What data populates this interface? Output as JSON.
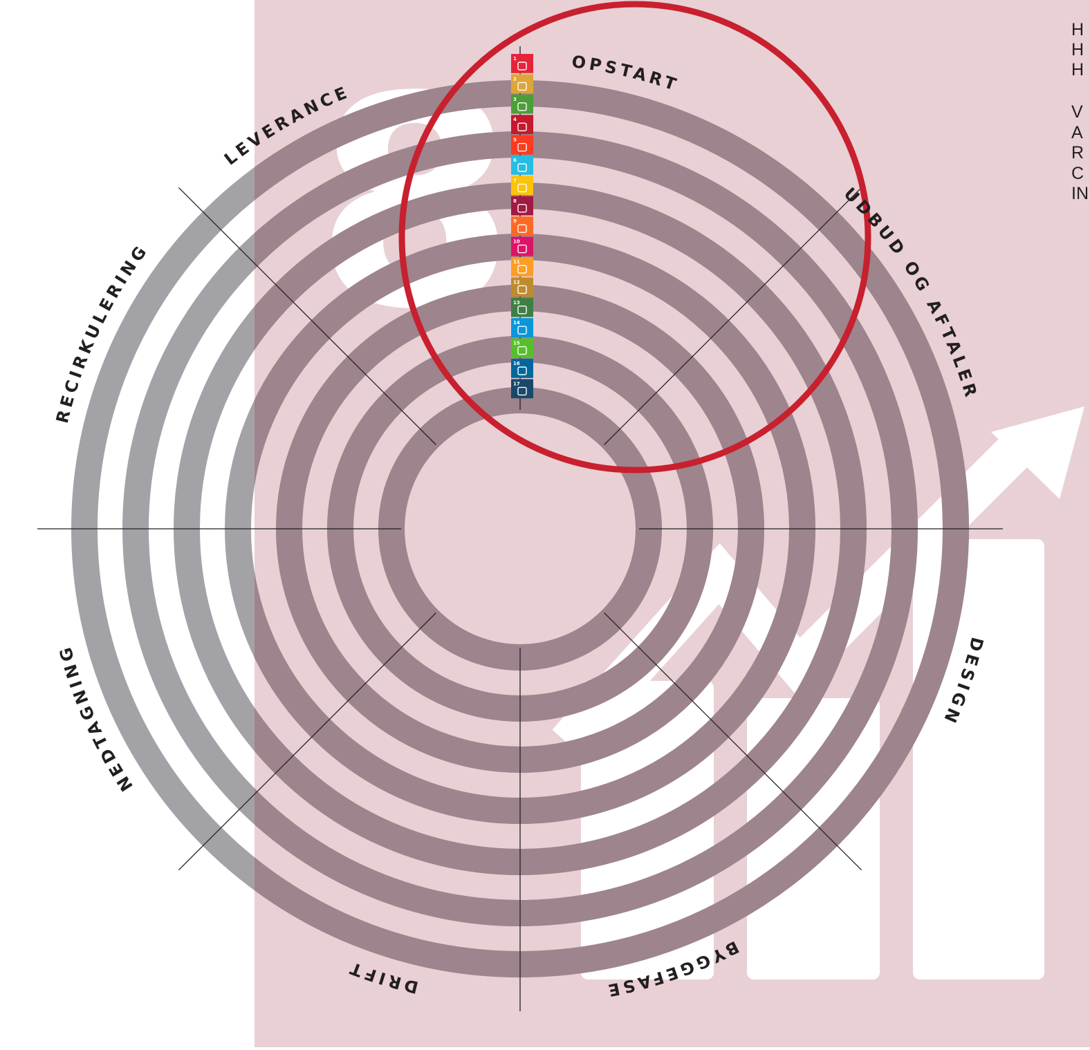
{
  "colors": {
    "page_background": "#ffffff",
    "panel_background": "#e8d0d5",
    "ring_grey": "#a3a2a7",
    "ring_overlap": "#9e848c",
    "highlight_circle": "#c8202e",
    "spoke_line": "#231f20",
    "background_graphic": "#ffffff"
  },
  "diagram": {
    "ring_count": 7,
    "phases": [
      {
        "id": "opstart",
        "label": "OPSTART"
      },
      {
        "id": "udbud",
        "label": "UDBUD OG AFTALER"
      },
      {
        "id": "design",
        "label": "DESIGN"
      },
      {
        "id": "byggefase",
        "label": "BYGGEFASE"
      },
      {
        "id": "drift",
        "label": "DRIFT"
      },
      {
        "id": "nedtagning",
        "label": "NEDTAGNING"
      },
      {
        "id": "recirkulering",
        "label": "RECIRKULERING"
      },
      {
        "id": "leverance",
        "label": "LEVERANCE"
      }
    ],
    "highlighted_phase": "OPSTART",
    "sdg_goals": [
      {
        "n": "1",
        "color": "#e5243b",
        "icon": "family-icon"
      },
      {
        "n": "2",
        "color": "#dda63a",
        "icon": "bowl-icon"
      },
      {
        "n": "3",
        "color": "#4c9f38",
        "icon": "heartbeat-icon"
      },
      {
        "n": "4",
        "color": "#c5192d",
        "icon": "book-icon"
      },
      {
        "n": "5",
        "color": "#ff3a21",
        "icon": "gender-icon"
      },
      {
        "n": "6",
        "color": "#26bde2",
        "icon": "water-drop-icon"
      },
      {
        "n": "7",
        "color": "#fcc30b",
        "icon": "sun-icon"
      },
      {
        "n": "8",
        "color": "#a21942",
        "icon": "growth-chart-icon"
      },
      {
        "n": "9",
        "color": "#fd6925",
        "icon": "cubes-icon"
      },
      {
        "n": "10",
        "color": "#dd1367",
        "icon": "equality-icon"
      },
      {
        "n": "11",
        "color": "#fd9d24",
        "icon": "city-icon"
      },
      {
        "n": "12",
        "color": "#bf8b2e",
        "icon": "infinity-icon"
      },
      {
        "n": "13",
        "color": "#3f7e44",
        "icon": "eye-globe-icon"
      },
      {
        "n": "14",
        "color": "#0a97d9",
        "icon": "fish-icon"
      },
      {
        "n": "15",
        "color": "#56c02b",
        "icon": "tree-icon"
      },
      {
        "n": "16",
        "color": "#00689d",
        "icon": "dove-icon"
      },
      {
        "n": "17",
        "color": "#19486a",
        "icon": "partnership-icon"
      }
    ],
    "background_numeral": "8"
  },
  "side_text": [
    "H",
    "H",
    "H",
    "V",
    "A",
    "R",
    "C",
    "IN"
  ]
}
